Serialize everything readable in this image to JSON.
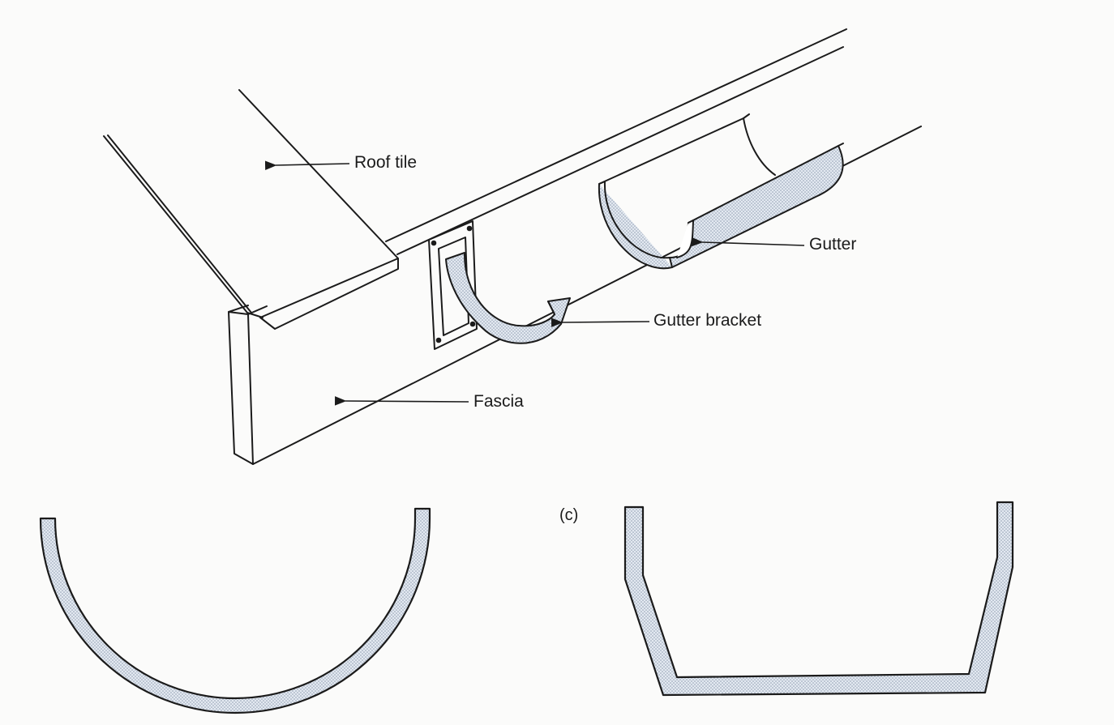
{
  "labels": {
    "roof_tile": "Roof tile",
    "gutter": "Gutter",
    "gutter_bracket": "Gutter bracket",
    "fascia": "Fascia",
    "panel_c": "(c)"
  },
  "colors": {
    "ink": "#1b1b1b",
    "stipple": "#cfd9e6",
    "paper": "#fbfbfa"
  }
}
